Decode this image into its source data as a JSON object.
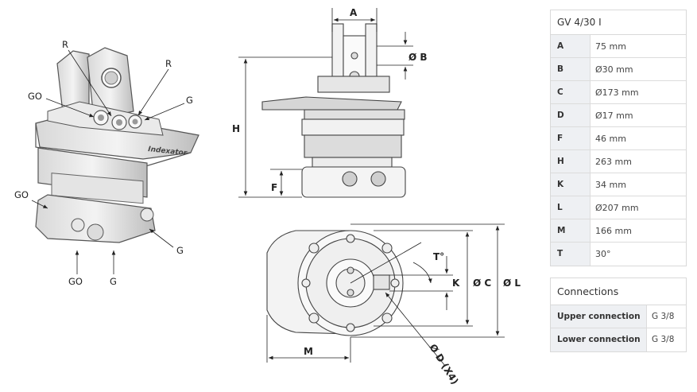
{
  "drawing": {
    "iso_labels": {
      "r_left": "R",
      "r_right": "R",
      "go_top": "GO",
      "g_top": "G",
      "go_side": "GO",
      "g_side": "G",
      "go_bottom": "GO",
      "g_bottom": "G"
    },
    "front_labels": {
      "a": "A",
      "b": "Ø B",
      "h": "H",
      "f": "F"
    },
    "bottom_labels": {
      "t": "T°",
      "k": "K",
      "c": "Ø C",
      "l": "Ø L",
      "m": "M",
      "d": "Ø D (X4)"
    }
  },
  "spec_table": {
    "title": "GV 4/30 I",
    "rows": [
      {
        "key": "A",
        "value": "75 mm"
      },
      {
        "key": "B",
        "value": "Ø30 mm"
      },
      {
        "key": "C",
        "value": "Ø173 mm"
      },
      {
        "key": "D",
        "value": "Ø17 mm"
      },
      {
        "key": "F",
        "value": "46 mm"
      },
      {
        "key": "H",
        "value": "263 mm"
      },
      {
        "key": "K",
        "value": "34 mm"
      },
      {
        "key": "L",
        "value": "Ø207 mm"
      },
      {
        "key": "M",
        "value": "166 mm"
      },
      {
        "key": "T",
        "value": "30°"
      }
    ]
  },
  "connections": {
    "title": "Connections",
    "rows": [
      {
        "key": "Upper connection",
        "value": "G 3/8"
      },
      {
        "key": "Lower connection",
        "value": "G 3/8"
      }
    ]
  }
}
